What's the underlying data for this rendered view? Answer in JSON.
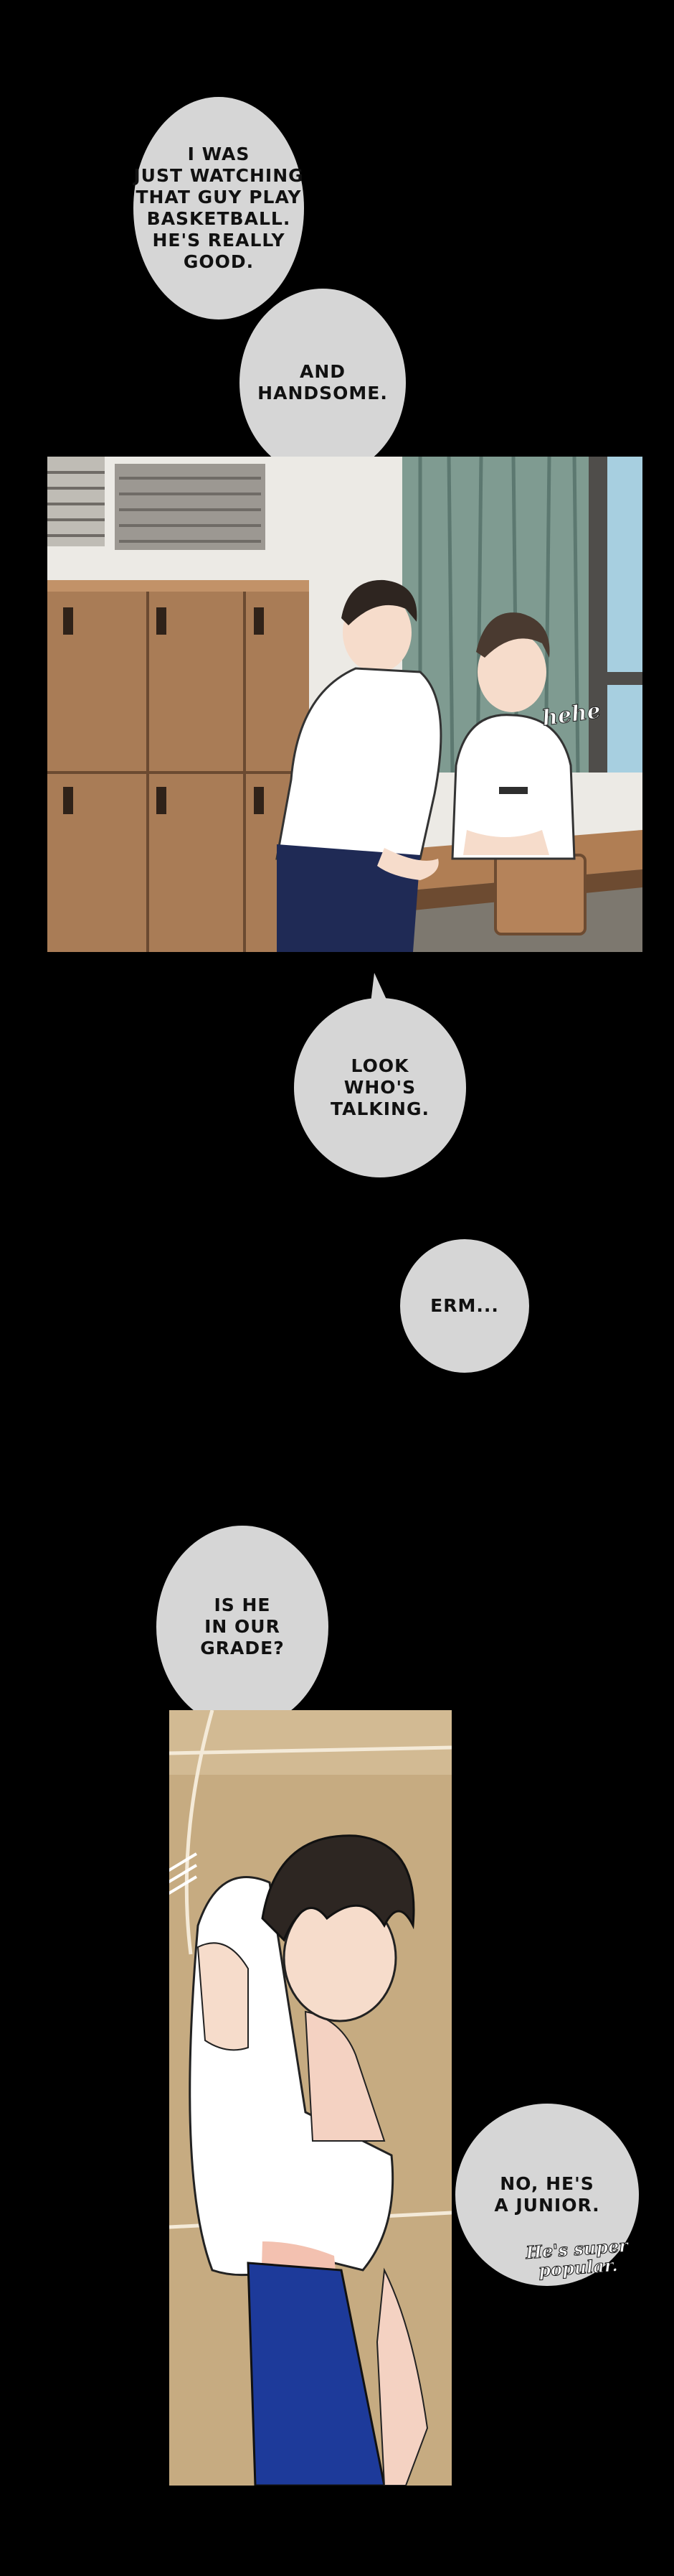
{
  "bubbles": {
    "b1": "I WAS\nJUST WATCHING\nTHAT GUY PLAY\nBASKETBALL.\nHE'S REALLY\nGOOD.",
    "b2": "AND\nHANDSOME.",
    "b3": "LOOK\nWHO'S\nTALKING.",
    "b4": "ERM...",
    "b5": "IS HE\nIN OUR\nGRADE?",
    "b6": "NO, HE'S\nA JUNIOR."
  },
  "sfx": {
    "hehe": "hehe",
    "popular": "He's super\npopular."
  },
  "colors": {
    "background": "#000000",
    "bubble": "#d6d6d6",
    "locker": "#a77a55",
    "wall": "#e9e7e2",
    "curtain": "#7f9b91",
    "court": "#c8ad84",
    "shorts": "#1d3a9a"
  }
}
